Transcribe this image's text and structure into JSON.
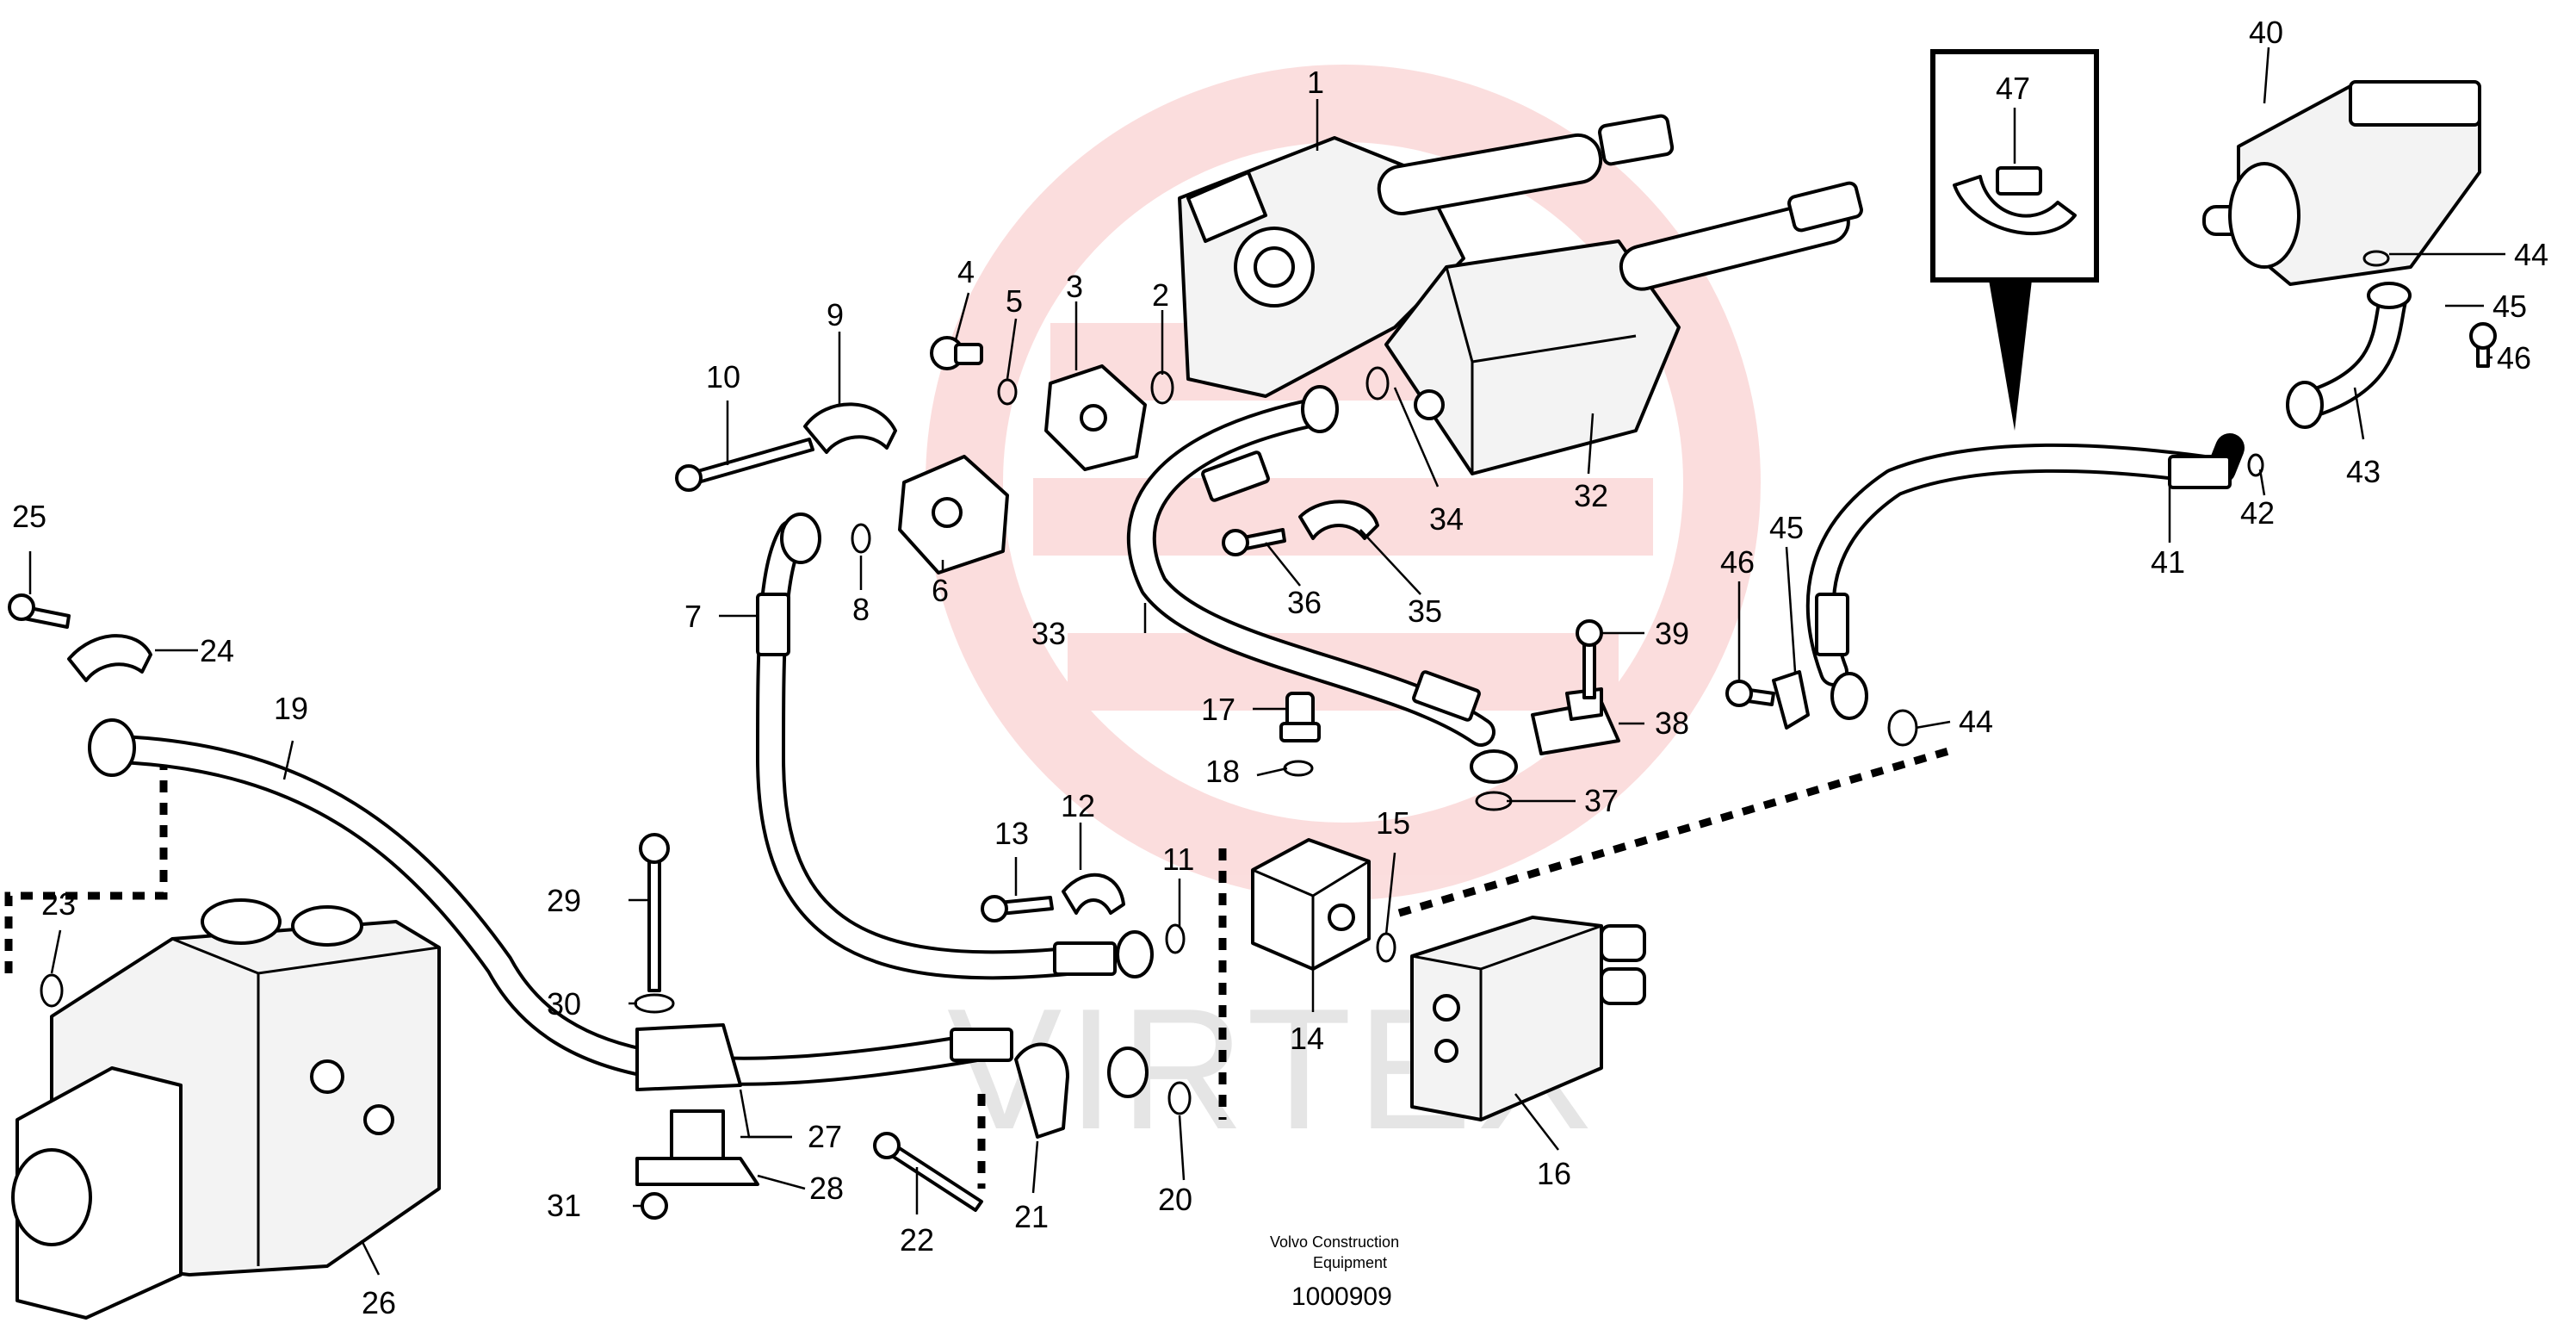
{
  "brand": "Volvo Construction Equipment",
  "drawing_number": "1000909",
  "watermark_text": "VIRTEX",
  "colors": {
    "line": "#000000",
    "watermark_logo": "#f4a0a0",
    "watermark_text": "#d0d0d0",
    "background": "#ffffff"
  },
  "callouts": [
    {
      "label": "1"
    },
    {
      "label": "2"
    },
    {
      "label": "3"
    },
    {
      "label": "4"
    },
    {
      "label": "5"
    },
    {
      "label": "6"
    },
    {
      "label": "7"
    },
    {
      "label": "8"
    },
    {
      "label": "9"
    },
    {
      "label": "10"
    },
    {
      "label": "11"
    },
    {
      "label": "12"
    },
    {
      "label": "13"
    },
    {
      "label": "14"
    },
    {
      "label": "15"
    },
    {
      "label": "16"
    },
    {
      "label": "17"
    },
    {
      "label": "18"
    },
    {
      "label": "19"
    },
    {
      "label": "20"
    },
    {
      "label": "21"
    },
    {
      "label": "22"
    },
    {
      "label": "23"
    },
    {
      "label": "24"
    },
    {
      "label": "25"
    },
    {
      "label": "26"
    },
    {
      "label": "27"
    },
    {
      "label": "28"
    },
    {
      "label": "29"
    },
    {
      "label": "30"
    },
    {
      "label": "31"
    },
    {
      "label": "32"
    },
    {
      "label": "33"
    },
    {
      "label": "34"
    },
    {
      "label": "35"
    },
    {
      "label": "36"
    },
    {
      "label": "37"
    },
    {
      "label": "38"
    },
    {
      "label": "39"
    },
    {
      "label": "40"
    },
    {
      "label": "41"
    },
    {
      "label": "42"
    },
    {
      "label": "43"
    },
    {
      "label": "44"
    },
    {
      "label": "45"
    },
    {
      "label": "46"
    },
    {
      "label": "47"
    },
    {
      "label": "44"
    },
    {
      "label": "45"
    },
    {
      "label": "46"
    }
  ]
}
